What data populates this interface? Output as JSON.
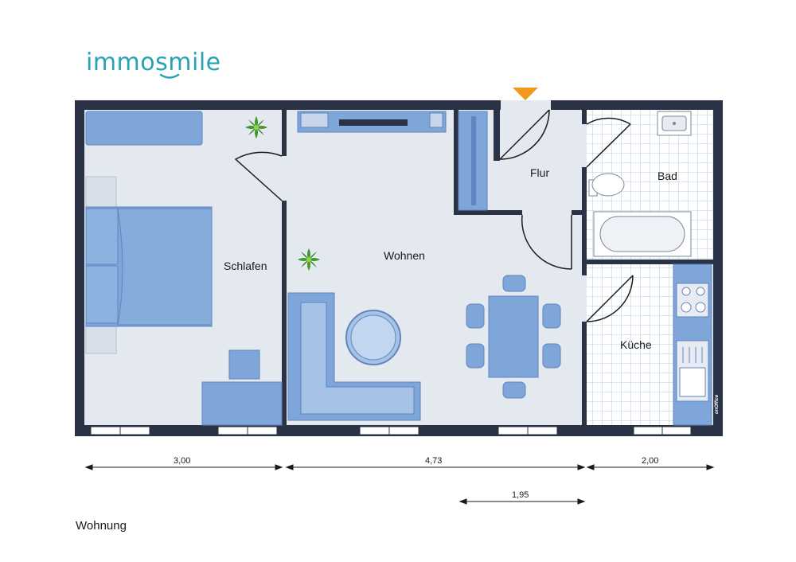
{
  "brand": {
    "logo_text": "immosmile",
    "logo_color": "#27a3b4"
  },
  "rooms": {
    "schlafen": "Schlafen",
    "wohnen": "Wohnen",
    "flur": "Flur",
    "bad": "Bad",
    "kueche": "Küche"
  },
  "dimensions": [
    "3,00",
    "4,73",
    "2,00",
    "1,95"
  ],
  "caption": "Wohnung",
  "watermark": "onOffice",
  "colors": {
    "wall": "#2a3346",
    "floor": "#e4e8ef",
    "furniture": "#7ea6d8",
    "furniture_dark": "#5f86bf",
    "tile_line": "#9bbde0",
    "entrance_marker": "#f39a1e"
  },
  "icons": [
    "entrance-arrow-icon",
    "plant-icon",
    "sink-icon",
    "toilet-icon",
    "bathtub-icon",
    "stove-icon",
    "oven-icon"
  ]
}
